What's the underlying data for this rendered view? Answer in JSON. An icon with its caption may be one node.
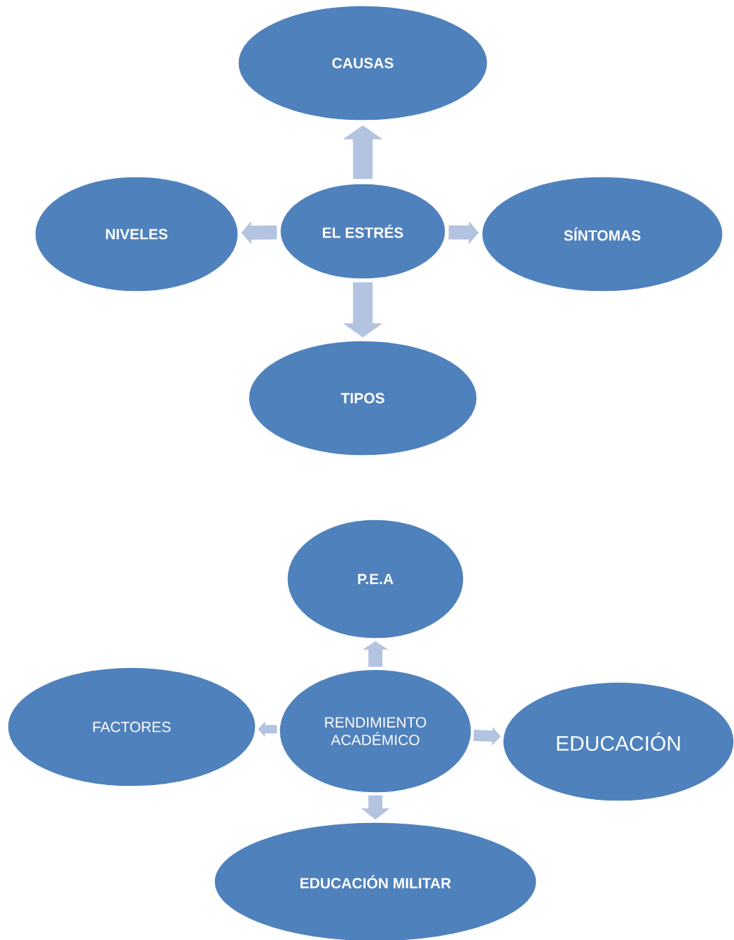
{
  "diagram": {
    "nodes": [
      {
        "text": [
          "CAUSAS"
        ]
      },
      {
        "text": [
          "NIVELES"
        ]
      },
      {
        "text": [
          "EL ESTRÉS"
        ]
      },
      {
        "text": [
          "SÍNTOMAS"
        ]
      },
      {
        "text": [
          "TIPOS"
        ]
      },
      {
        "text": [
          "P.E.A"
        ]
      },
      {
        "text": [
          "FACTORES"
        ]
      },
      {
        "text": [
          "RENDIMIENTO ACADÉMICO"
        ]
      },
      {
        "text": [
          "EDUCACIÓN"
        ]
      },
      {
        "text": [
          "EDUCACIÓN MILITAR"
        ]
      }
    ],
    "edges": [
      {
        "from": 2,
        "to": 0,
        "arrow": "to"
      },
      {
        "from": 2,
        "to": 1,
        "arrow": "to"
      },
      {
        "from": 2,
        "to": 3,
        "arrow": "to"
      },
      {
        "from": 2,
        "to": 4,
        "arrow": "to"
      },
      {
        "from": 7,
        "to": 5,
        "arrow": "to"
      },
      {
        "from": 7,
        "to": 6,
        "arrow": "to"
      },
      {
        "from": 7,
        "to": 8,
        "arrow": "to"
      },
      {
        "from": 7,
        "to": 9,
        "arrow": "to"
      }
    ]
  }
}
